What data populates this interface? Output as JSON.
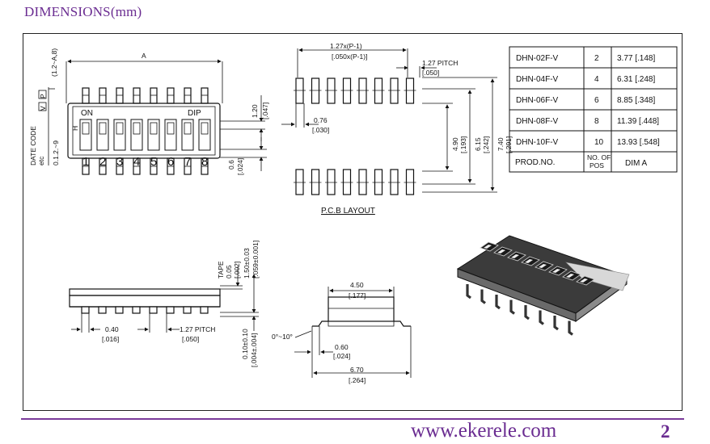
{
  "header": {
    "title": "DIMENSIONS(mm)"
  },
  "footer": {
    "url": "www.ekerele.com",
    "page": "2"
  },
  "top_view": {
    "dim_a": "A",
    "tab_dim": "(1.2~A,8)",
    "on_label": "ON",
    "dip_label": "DIP",
    "positions": [
      "1",
      "2",
      "3",
      "4",
      "5",
      "6",
      "7",
      "8"
    ],
    "date_code": "DATE CODE",
    "date_code_sub": "etc",
    "date_code_range": "0.1.2.~9",
    "marker_p": "P",
    "marker_v": "V",
    "marker_h": "H",
    "dim_1_20": "1.20",
    "dim_1_20_in": "[.047]",
    "dim_0_6": "0.6",
    "dim_0_6_in": "[.024]"
  },
  "pcb_layout": {
    "title": "P.C.B LAYOUT",
    "dim_span": "1.27x(P-1)",
    "dim_span_in": "[.050x(P-1)]",
    "pitch": "1.27 PITCH",
    "pitch_in": "[.050]",
    "pad_w": "0.76",
    "pad_w_in": "[.030]",
    "dim_4_90": "4.90",
    "dim_4_90_in": "[.193]",
    "dim_6_15": "6.15",
    "dim_6_15_in": "[.242]",
    "dim_7_40": "7.40",
    "dim_7_40_in": "[.291]"
  },
  "table": {
    "rows": [
      {
        "model": "DHN-02F-V",
        "pos": "2",
        "dim": "3.77",
        "dim_in": "[.148]"
      },
      {
        "model": "DHN-04F-V",
        "pos": "4",
        "dim": "6.31",
        "dim_in": "[.248]"
      },
      {
        "model": "DHN-06F-V",
        "pos": "6",
        "dim": "8.85",
        "dim_in": "[.348]"
      },
      {
        "model": "DHN-08F-V",
        "pos": "8",
        "dim": "11.39",
        "dim_in": "[.448]"
      },
      {
        "model": "DHN-10F-V",
        "pos": "10",
        "dim": "13.93",
        "dim_in": "[.548]"
      }
    ],
    "footer_model": "PROD.NO.",
    "footer_pos_1": "NO. OF",
    "footer_pos_2": "POS",
    "footer_dim": "DIM A"
  },
  "side_view": {
    "tape": "TAPE",
    "tape_val": "0.05",
    "tape_in": "[.002]",
    "height": "1.50±0.03",
    "height_in": "[.059±0.001]",
    "lead_w": "0.40",
    "lead_w_in": "[.016]",
    "pitch": "1.27 PITCH",
    "pitch_in": "[.050]",
    "stand": "0.10±0.10",
    "stand_in": "[.004±.004]"
  },
  "end_view": {
    "body_w": "4.50",
    "body_w_in": "[.177]",
    "angle": "0°~10°",
    "foot": "0.60",
    "foot_in": "[.024]",
    "overall": "6.70",
    "overall_in": "[.264]"
  }
}
